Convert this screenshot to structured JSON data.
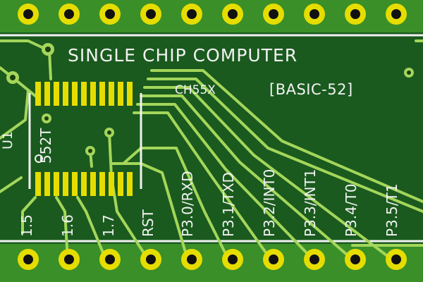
{
  "board": {
    "title": "SINGLE CHIP COMPUTER",
    "chip": "CH55X",
    "firmware": "[BASIC-52]",
    "ref": "U1",
    "chip_mark": "552T",
    "pins": [
      {
        "label": "1.5"
      },
      {
        "label": "1.6"
      },
      {
        "label": "1.7"
      },
      {
        "label": "RST"
      },
      {
        "label": "P3.0/RXD"
      },
      {
        "label": "P3.1/TXD"
      },
      {
        "label": "P3.2/INT0"
      },
      {
        "label": "P3.3/INT1"
      },
      {
        "label": "P3.4/T0"
      },
      {
        "label": "P3.5/T1"
      }
    ],
    "colors": {
      "board": "#1a5a1e",
      "copper": "#3f9a2a",
      "trace": "#a3d65a",
      "pad": "#e6dd00",
      "silk": "#f2f2f2"
    }
  }
}
